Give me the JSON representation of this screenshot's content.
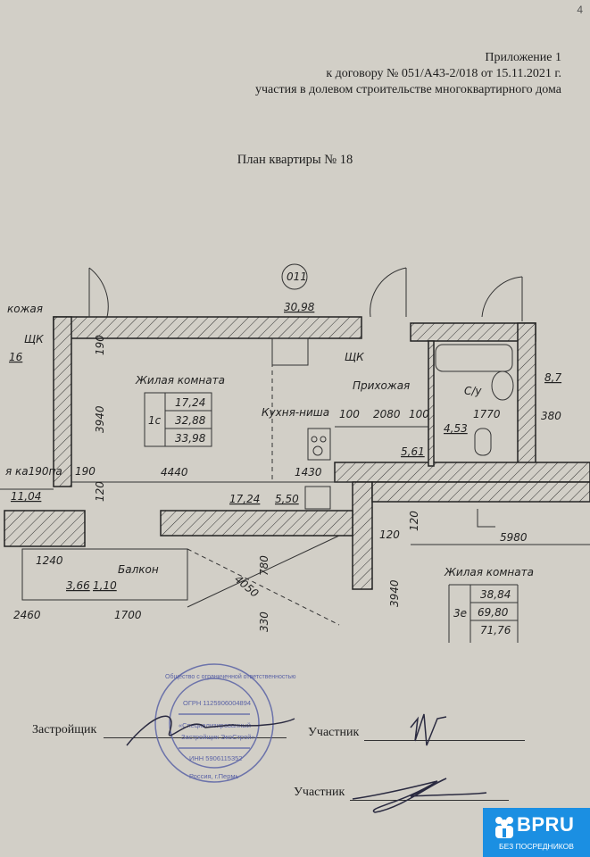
{
  "page_number": "4",
  "header": {
    "line1": "Приложение 1",
    "line2": "к договору № 051/А43-2/018 от 15.11.2021 г.",
    "line3": "участия в долевом строительстве многоквартирного дома"
  },
  "title": "План квартиры № 18",
  "plan": {
    "axis_mark": "011",
    "top_area": "30,98",
    "left_label_hall": "кожая",
    "shk_left": "ЩК",
    "left_num": "16",
    "shk_right": "ЩК",
    "right_num": "8,7",
    "room1": {
      "name": "Жилая комната",
      "code": "1с",
      "areas": [
        "17,24",
        "32,88",
        "33,98"
      ]
    },
    "kitchen": "Кухня-ниша",
    "hall": "Прихожая",
    "bath": "С/у",
    "dims": {
      "d100a": "100",
      "d2080": "2080",
      "d100b": "100",
      "d1770": "1770",
      "d380": "380",
      "d190top": "190",
      "d3940": "3940",
      "d4440": "4440",
      "d1430": "1430",
      "left_text": "я ка190па",
      "d190": "190",
      "d120a": "120",
      "d120b": "120",
      "d120c": "120",
      "d5980": "5980",
      "d1240": "1240",
      "d780": "780",
      "d4050": "4050",
      "d2460": "2460",
      "d1700": "1700",
      "d330": "330",
      "d3940b": "3940"
    },
    "areas": {
      "bath": "4,53",
      "hall": "5,61",
      "left": "11,04",
      "room": "17,24",
      "kitchen": "5,50",
      "balcony": "3,66",
      "balcony_k": "1,10"
    },
    "balcony": "Балкон",
    "room3": {
      "name": "Жилая комната",
      "code": "3е",
      "areas": [
        "38,84",
        "69,80",
        "71,76"
      ]
    }
  },
  "signatures": {
    "developer": "Застройщик",
    "participant1": "Участник",
    "participant2": "Участник"
  },
  "stamp": {
    "outer": "Общество с ограниченной ответственностью",
    "ogrn": "ОГРН 1125906004894",
    "name1": "«Специализированный",
    "name2": "Застройщик ЭкоСтрой»",
    "inn": "ИНН 5906115352",
    "city": "Россия, г.Пермь"
  },
  "badge": {
    "brand": "BPRU",
    "tagline": "БЕЗ ПОСРЕДНИКОВ",
    "color": "#1b8fe2"
  }
}
